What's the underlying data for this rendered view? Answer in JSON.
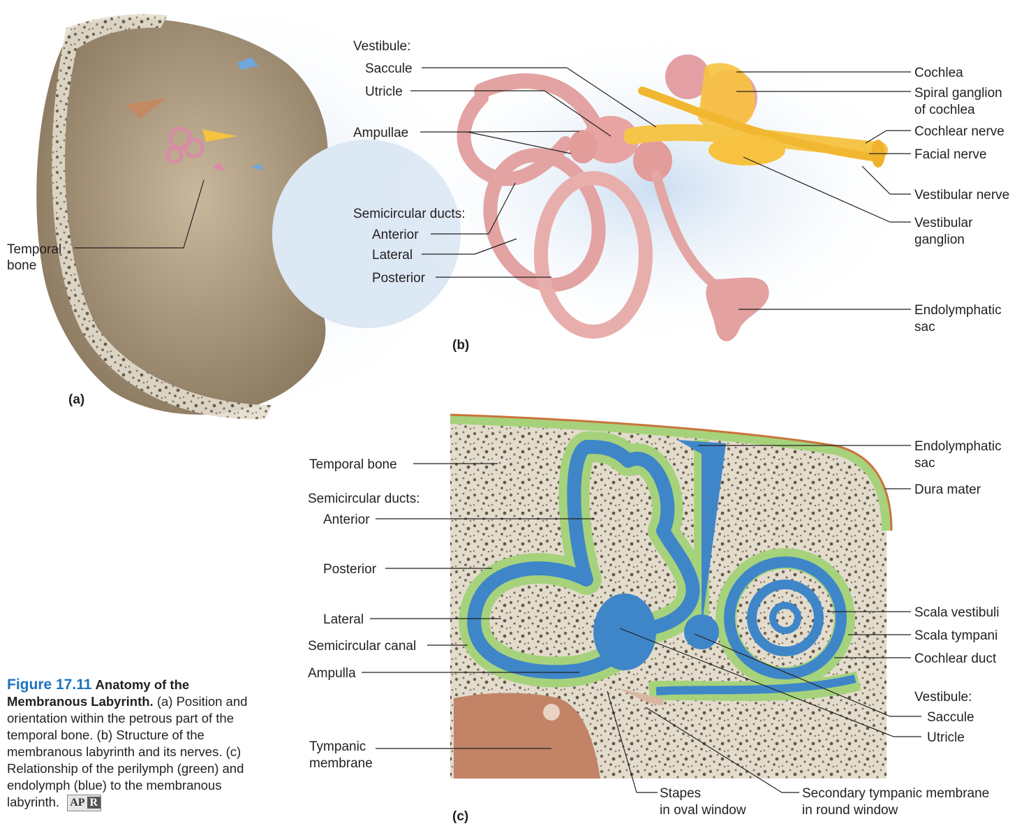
{
  "panels": {
    "a": {
      "tag": "(a)",
      "labels": {
        "temporal_bone": [
          "Temporal",
          "bone"
        ]
      }
    },
    "b": {
      "tag": "(b)",
      "labels": {
        "vestibule": "Vestibule:",
        "saccule": "Saccule",
        "utricle": "Utricle",
        "ampullae": "Ampullae",
        "semicircular_ducts": "Semicircular ducts:",
        "anterior": "Anterior",
        "lateral": "Lateral",
        "posterior": "Posterior",
        "cochlea": "Cochlea",
        "spiral_ganglion": [
          "Spiral ganglion",
          "of cochlea"
        ],
        "cochlear_nerve": "Cochlear nerve",
        "facial_nerve": "Facial nerve",
        "vestibular_nerve": "Vestibular nerve",
        "vestibular_ganglion": [
          "Vestibular",
          "ganglion"
        ],
        "endolymphatic_sac": [
          "Endolymphatic",
          "sac"
        ]
      }
    },
    "c": {
      "tag": "(c)",
      "labels": {
        "temporal_bone": "Temporal bone",
        "semicircular_ducts": "Semicircular ducts:",
        "anterior": "Anterior",
        "posterior": "Posterior",
        "lateral": "Lateral",
        "semicircular_canal": "Semicircular canal",
        "ampulla": "Ampulla",
        "tympanic_membrane": [
          "Tympanic",
          "membrane"
        ],
        "stapes": [
          "Stapes",
          "in oval window"
        ],
        "secondary_tympanic": [
          "Secondary tympanic membrane",
          "in round window"
        ],
        "endolymphatic_sac": [
          "Endolymphatic",
          "sac"
        ],
        "dura_mater": "Dura mater",
        "scala_vestibuli": "Scala vestibuli",
        "scala_tympani": "Scala tympani",
        "cochlear_duct": "Cochlear duct",
        "vestibule": "Vestibule:",
        "saccule": "Saccule",
        "utricle": "Utricle"
      }
    }
  },
  "caption": {
    "number": "Figure 17.11",
    "title": "Anatomy of the Membranous Labyrinth.",
    "text": "(a) Position and orientation within the petrous part of the temporal bone. (b) Structure of the membranous labyrinth and its nerves. (c) Relationship of the perilymph (green) and endolymph (blue) to the membranous labyrinth.",
    "badge_a": "AP",
    "badge_r": "R"
  },
  "colors": {
    "membrane": "#e8a9a7",
    "nerve": "#f6c23f",
    "endolymph": "#3f86c8",
    "perilymph": "#a6d27c",
    "bone": "#ddd4c2",
    "dura": "#c9743c",
    "caption_accent": "#1e73be"
  }
}
